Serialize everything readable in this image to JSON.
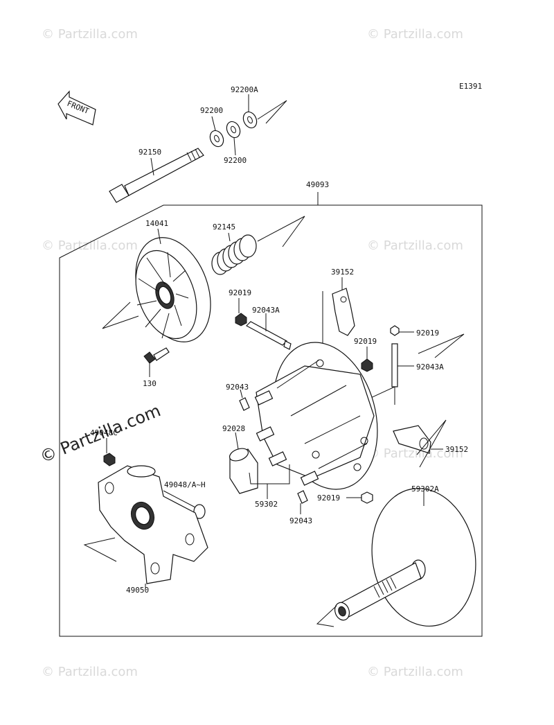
{
  "diagram_code": "E1391",
  "front_label": "FRONT",
  "watermark_text": "© Partzilla.com",
  "parts": {
    "p92200A": "92200A",
    "p92200_top": "92200",
    "p92200_bottom": "92200",
    "p92150": "92150",
    "p49093": "49093",
    "p14041": "14041",
    "p92145": "92145",
    "p39152_top": "39152",
    "p92019_a": "92019",
    "p92043A_a": "92043A",
    "p92019_b": "92019",
    "p92019_c": "92019",
    "p92043A_b": "92043A",
    "p130": "130",
    "p92043_a": "92043",
    "p92028": "92028",
    "p49048c": "49048C",
    "p39152_right": "39152",
    "p49048": "49048/A~H",
    "p59302": "59302",
    "p92019_d": "92019",
    "p59302A": "59302A",
    "p92043_b": "92043",
    "p49050": "49050"
  }
}
